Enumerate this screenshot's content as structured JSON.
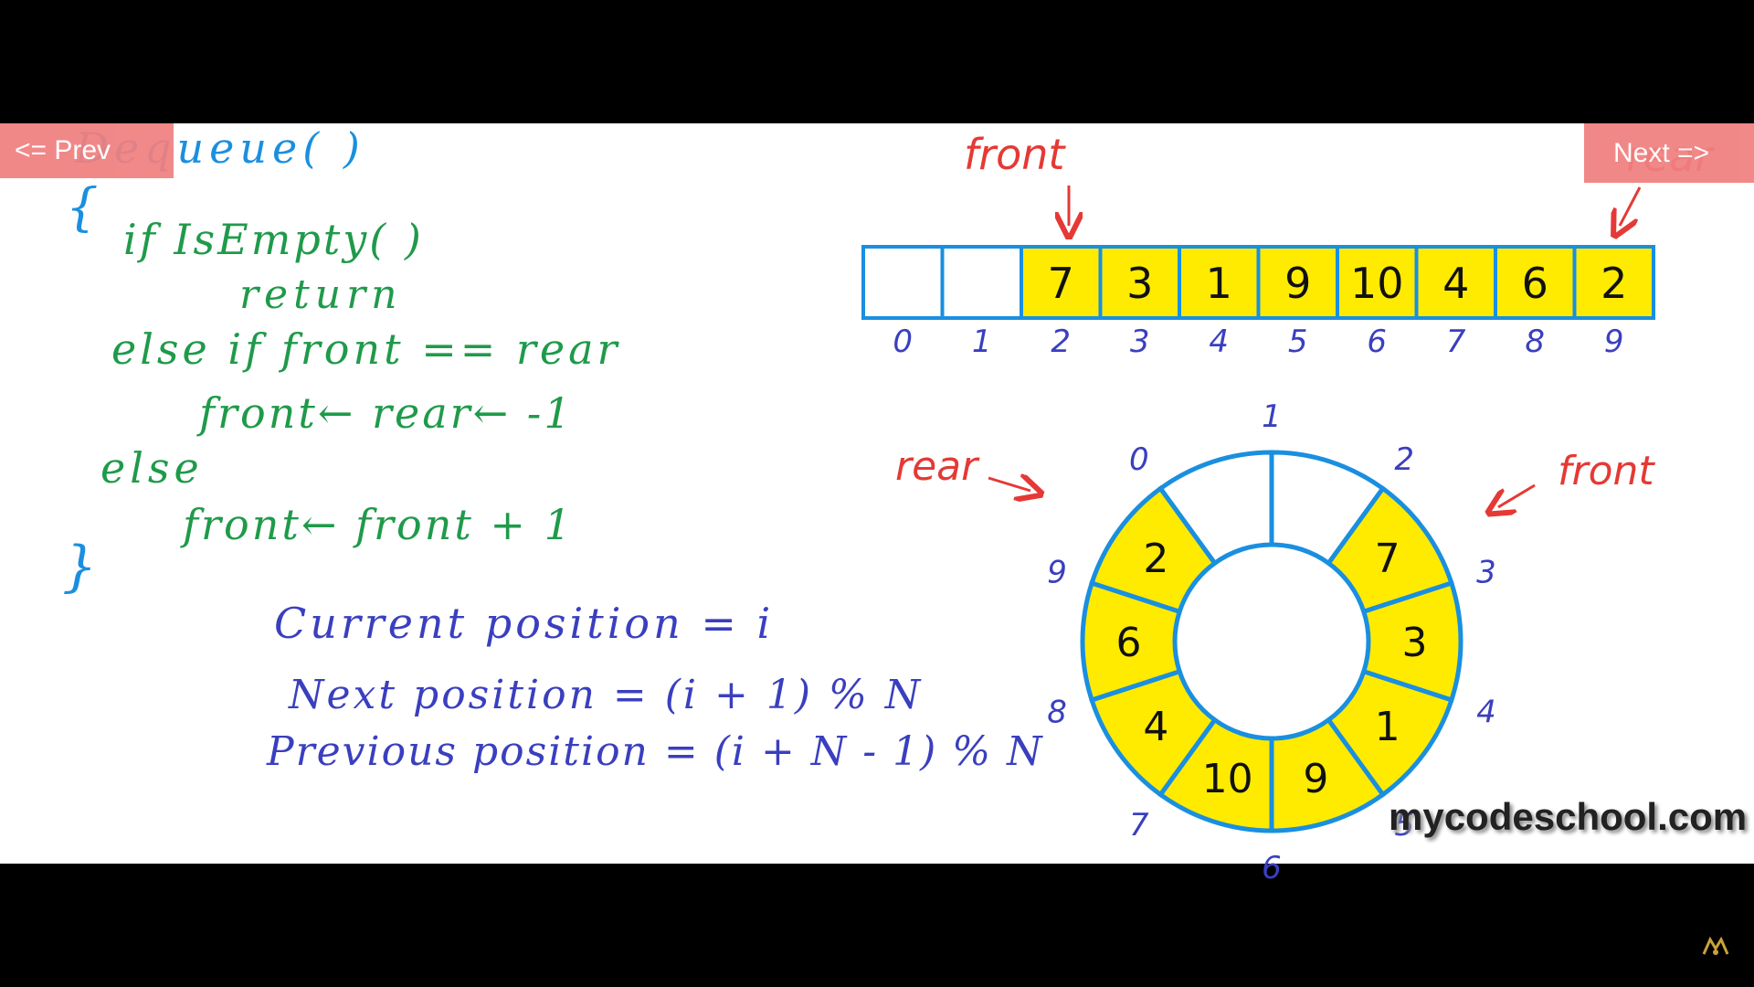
{
  "nav": {
    "prev_label": "<= Prev",
    "next_label": "Next =>"
  },
  "code": {
    "title": "Dequeue( )",
    "open_brace": "{",
    "lines": [
      "if  IsEmpty( )",
      "return",
      "else if   front == rear",
      "front← rear← -1",
      "else",
      "front← front + 1"
    ],
    "close_brace": "}"
  },
  "formulas": [
    "Current  position = i",
    "Next  position = (i + 1) % N",
    "Previous  position = (i + N - 1) % N"
  ],
  "labels": {
    "front": "front",
    "rear": "rear"
  },
  "array": {
    "cells": [
      "",
      "",
      "7",
      "3",
      "1",
      "9",
      "10",
      "4",
      "6",
      "2"
    ],
    "indices": [
      "0",
      "1",
      "2",
      "3",
      "4",
      "5",
      "6",
      "7",
      "8",
      "9"
    ],
    "fill_color": "#ffeb00",
    "border_color": "#1a8fe0",
    "front_index": 2,
    "rear_index": 9
  },
  "ring": {
    "cells": [
      "",
      "",
      "7",
      "3",
      "1",
      "9",
      "10",
      "4",
      "6",
      "2"
    ],
    "indices": [
      "0",
      "1",
      "2",
      "3",
      "4",
      "5",
      "6",
      "7",
      "8",
      "9"
    ]
  },
  "watermark": "mycodeschool.com",
  "colors": {
    "code": "#1f9a4a",
    "braces": "#1a8fe0",
    "formulas": "#3a3fbf",
    "pointers": "#e53935",
    "nav": "#f08080"
  }
}
